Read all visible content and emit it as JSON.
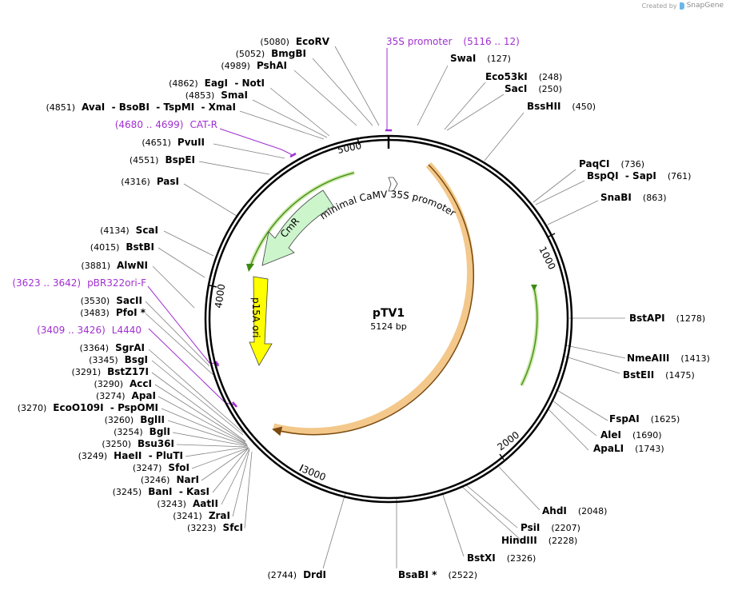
{
  "credit": {
    "created_by": "Created by",
    "brand": "SnapGene"
  },
  "plasmid": {
    "name": "pTV1",
    "size": "5124 bp"
  },
  "ticks": [
    "1000",
    "2000",
    "3000",
    "4000",
    "5000"
  ],
  "features": [
    {
      "name": "CmR"
    },
    {
      "name": "minimal CaMV 35S promoter"
    },
    {
      "name": "p15A ori"
    }
  ],
  "primers": [
    {
      "range": "(5116 .. 12)",
      "name": "35S promoter"
    },
    {
      "range": "(4680 .. 4699)",
      "name": "CAT-R"
    },
    {
      "range": "(3623 .. 3642)",
      "name": "pBR322ori-F"
    },
    {
      "range": "(3409 .. 3426)",
      "name": "L4440"
    }
  ],
  "sites_left": [
    {
      "pos": "(5080)",
      "name": "EcoRV"
    },
    {
      "pos": "(5052)",
      "name": "BmgBI"
    },
    {
      "pos": "(4989)",
      "name": "PshAI"
    },
    {
      "pos": "(4862)",
      "name": "EagI  - NotI"
    },
    {
      "pos": "(4853)",
      "name": "SmaI"
    },
    {
      "pos": "(4851)",
      "name": "AvaI  - BsoBI  - TspMI  - XmaI"
    },
    {
      "pos": "(4651)",
      "name": "PvuII"
    },
    {
      "pos": "(4551)",
      "name": "BspEI"
    },
    {
      "pos": "(4316)",
      "name": "PasI"
    },
    {
      "pos": "(4134)",
      "name": "ScaI"
    },
    {
      "pos": "(4015)",
      "name": "BstBI"
    },
    {
      "pos": "(3881)",
      "name": "AlwNI"
    },
    {
      "pos": "(3530)",
      "name": "SacII"
    },
    {
      "pos": "(3483)",
      "name": "PfoI *"
    },
    {
      "pos": "(3364)",
      "name": "SgrAI"
    },
    {
      "pos": "(3345)",
      "name": "BsgI"
    },
    {
      "pos": "(3291)",
      "name": "BstZ17I"
    },
    {
      "pos": "(3290)",
      "name": "AccI"
    },
    {
      "pos": "(3274)",
      "name": "ApaI"
    },
    {
      "pos": "(3270)",
      "name": "EcoO109I  - PspOMI"
    },
    {
      "pos": "(3260)",
      "name": "BglII"
    },
    {
      "pos": "(3254)",
      "name": "BglI"
    },
    {
      "pos": "(3250)",
      "name": "Bsu36I"
    },
    {
      "pos": "(3249)",
      "name": "HaeII  - PluTI"
    },
    {
      "pos": "(3247)",
      "name": "SfoI"
    },
    {
      "pos": "(3246)",
      "name": "NarI"
    },
    {
      "pos": "(3245)",
      "name": "BanI  - KasI"
    },
    {
      "pos": "(3243)",
      "name": "AatII"
    },
    {
      "pos": "(3241)",
      "name": "ZraI"
    },
    {
      "pos": "(3223)",
      "name": "SfcI"
    },
    {
      "pos": "(2744)",
      "name": "DrdI"
    }
  ],
  "sites_right": [
    {
      "pos": "(127)",
      "name": "SwaI"
    },
    {
      "pos": "(248)",
      "name": "Eco53kI"
    },
    {
      "pos": "(250)",
      "name": "SacI"
    },
    {
      "pos": "(450)",
      "name": "BssHII"
    },
    {
      "pos": "(736)",
      "name": "PaqCI"
    },
    {
      "pos": "(761)",
      "name": "BspQI  - SapI"
    },
    {
      "pos": "(863)",
      "name": "SnaBI"
    },
    {
      "pos": "(1278)",
      "name": "BstAPI"
    },
    {
      "pos": "(1413)",
      "name": "NmeAIII"
    },
    {
      "pos": "(1475)",
      "name": "BstEII"
    },
    {
      "pos": "(1625)",
      "name": "FspAI"
    },
    {
      "pos": "(1690)",
      "name": "AleI"
    },
    {
      "pos": "(1743)",
      "name": "ApaLI"
    },
    {
      "pos": "(2048)",
      "name": "AhdI"
    },
    {
      "pos": "(2207)",
      "name": "PsiI"
    },
    {
      "pos": "(2228)",
      "name": "HindIII"
    },
    {
      "pos": "(2326)",
      "name": "BstXI"
    },
    {
      "pos": "(2522)",
      "name": "BsaBI *"
    }
  ]
}
